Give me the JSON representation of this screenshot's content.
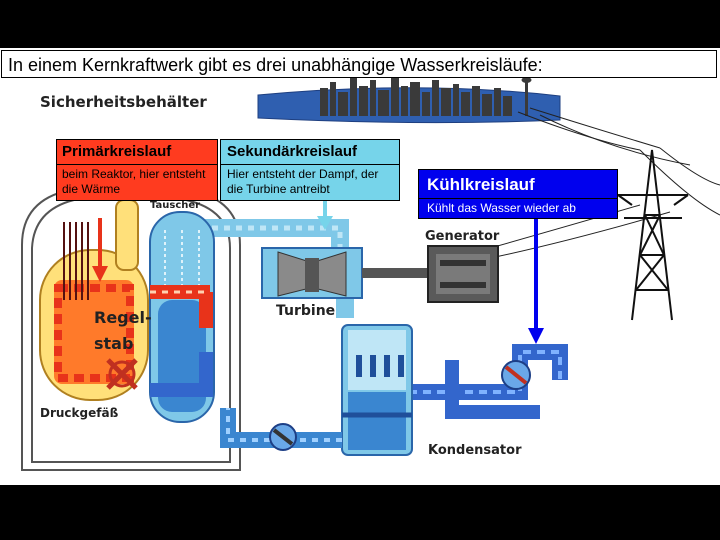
{
  "title": "In einem Kernkraftwerk gibt es drei unabhängige Wasserkreisläufe:",
  "circuits": {
    "primary": {
      "name": "Primärkreislauf",
      "description": "beim Reaktor, hier entsteht die Wärme",
      "color": "#ff3b1f"
    },
    "secondary": {
      "name": "Sekundärkreislauf",
      "description": "Hier entsteht der Dampf, der die Turbine antreibt",
      "color": "#76d4ea"
    },
    "cooling": {
      "name": "Kühlkreislauf",
      "description": "Kühlt das Wasser wieder ab",
      "color": "#0000ee"
    }
  },
  "diagram_labels": {
    "containment": "Sicherheitsbehälter",
    "control_rod_line1": "Regel-",
    "control_rod_line2": "stab",
    "pressure_vessel": "Druckgefäß",
    "turbine": "Turbine",
    "generator": "Generator",
    "condenser": "Kondensator",
    "heat_exchanger_fragment": "Tauscher"
  }
}
